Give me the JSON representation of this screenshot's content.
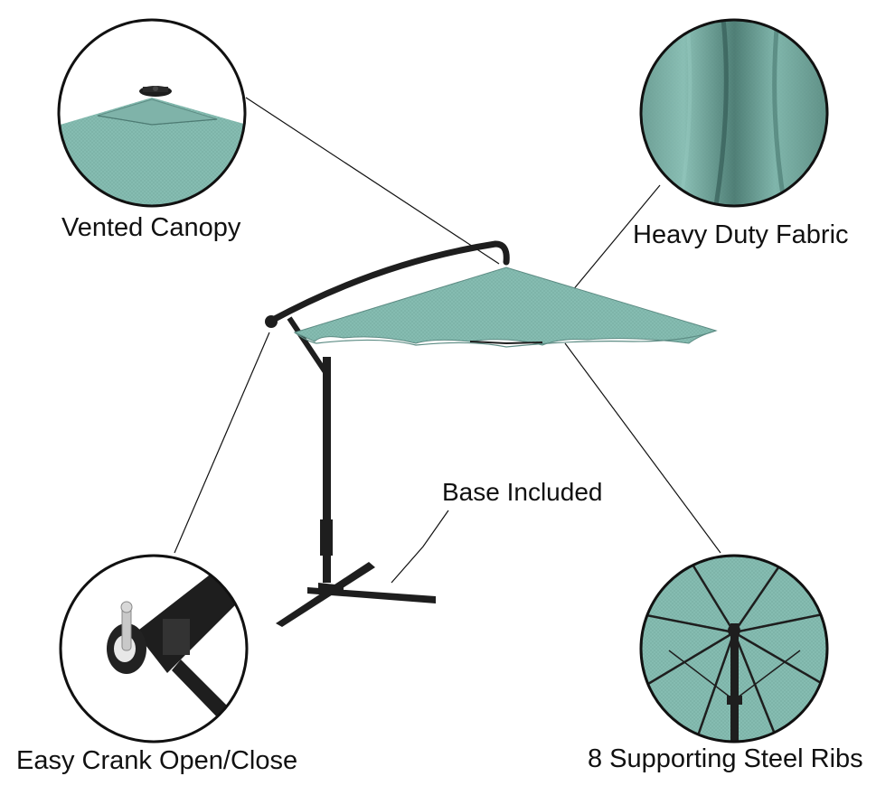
{
  "callouts": {
    "vented_canopy": "Vented Canopy",
    "heavy_duty_fabric": "Heavy Duty Fabric",
    "base_included": "Base Included",
    "easy_crank": "Easy Crank Open/Close",
    "steel_ribs": "8 Supporting Steel Ribs"
  },
  "colors": {
    "canopy": "#86bdb2",
    "canopy_shade": "#6fa79c",
    "frame": "#1e1e1e",
    "outline": "#111111"
  }
}
